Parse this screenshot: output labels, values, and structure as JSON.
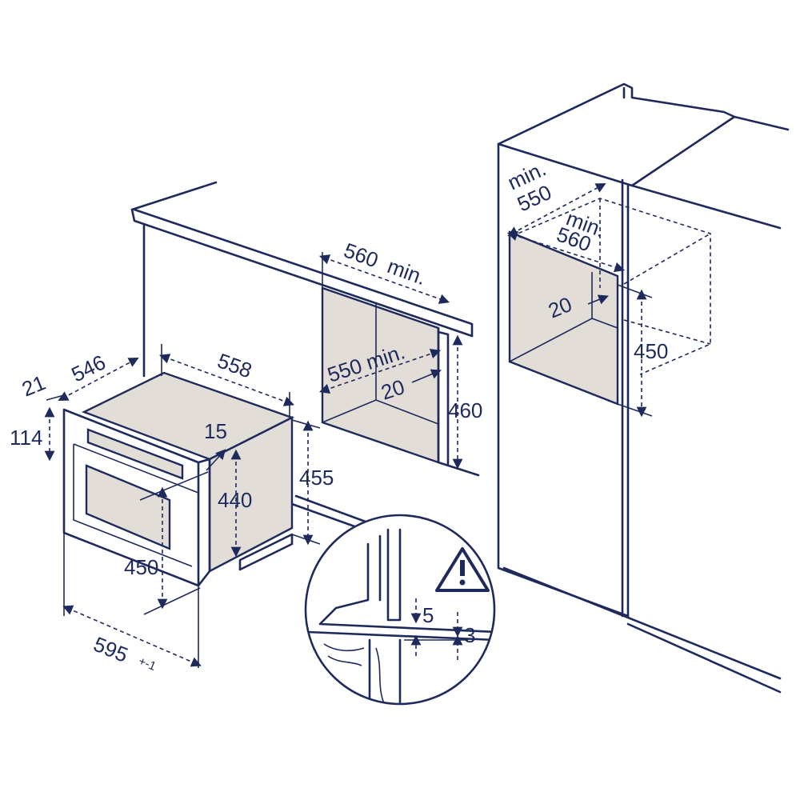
{
  "dimensions": {
    "d21": "21",
    "d546": "546",
    "d558": "558",
    "d114": "114",
    "d15": "15",
    "d440": "440",
    "d455": "455",
    "d450_front": "450",
    "d595": "595",
    "d595_tol": "+-1",
    "d560min": "560  min.",
    "d550min": "550 min.",
    "d20_mid": "20",
    "d460": "460",
    "d5": "5",
    "d3": "3",
    "min_label_1": "min.",
    "d550": "550",
    "min_label_2": "min.",
    "d560": "560",
    "d20_right": "20",
    "d450_right": "450"
  },
  "icons": {
    "warning": "warning-triangle-icon"
  }
}
